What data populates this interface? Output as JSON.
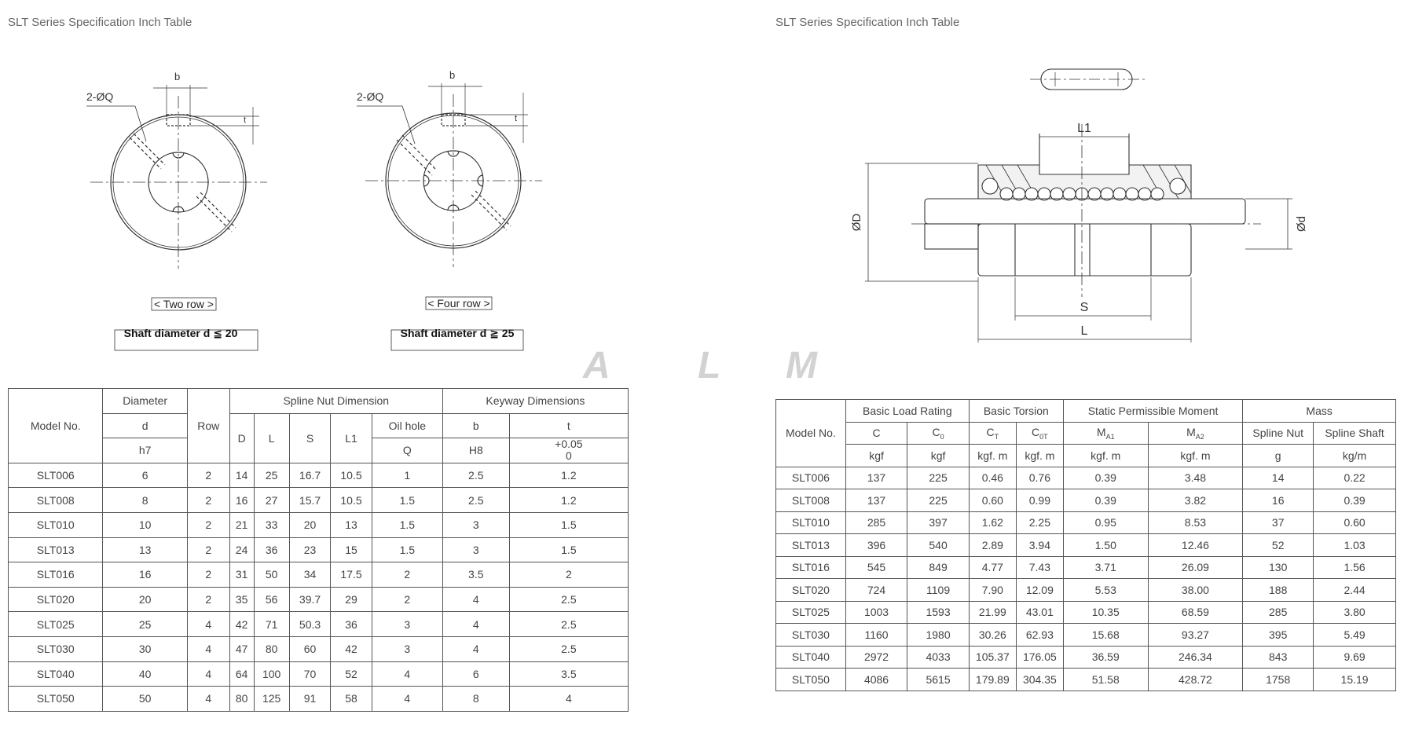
{
  "left_heading": "SLT Series Specification Inch Table",
  "right_heading": "SLT Series Specification Inch Table",
  "watermark": [
    "A",
    "L",
    "M"
  ],
  "diagrams": {
    "two_row": {
      "hole_label": "2-ØQ",
      "b_label": "b",
      "t_label": "t",
      "caption": "< Two row >",
      "shaft": "Shaft diameter d ≦ 20"
    },
    "four_row": {
      "hole_label": "2-ØQ",
      "b_label": "b",
      "t_label": "t",
      "caption": "< Four row >",
      "shaft": "Shaft diameter d ≧ 25"
    },
    "side_view": {
      "L1": "L1",
      "S": "S",
      "L": "L",
      "D": "ØD",
      "d": "Ød"
    }
  },
  "left_table": {
    "headers": {
      "model": "Model No.",
      "diameter": "Diameter",
      "d": "d",
      "h7": "h7",
      "row": "Row",
      "spline_nut": "Spline Nut Dimension",
      "keyway": "Keyway Dimensions",
      "D": "D",
      "L": "L",
      "S": "S",
      "L1": "L1",
      "oil_hole": "Oil hole",
      "Q": "Q",
      "b": "b",
      "H8": "H8",
      "t": "t",
      "tol_top": "+0.05",
      "tol_bottom": "0"
    },
    "rows": [
      [
        "SLT006",
        "6",
        "2",
        "14",
        "25",
        "16.7",
        "10.5",
        "1",
        "2.5",
        "1.2"
      ],
      [
        "SLT008",
        "8",
        "2",
        "16",
        "27",
        "15.7",
        "10.5",
        "1.5",
        "2.5",
        "1.2"
      ],
      [
        "SLT010",
        "10",
        "2",
        "21",
        "33",
        "20",
        "13",
        "1.5",
        "3",
        "1.5"
      ],
      [
        "SLT013",
        "13",
        "2",
        "24",
        "36",
        "23",
        "15",
        "1.5",
        "3",
        "1.5"
      ],
      [
        "SLT016",
        "16",
        "2",
        "31",
        "50",
        "34",
        "17.5",
        "2",
        "3.5",
        "2"
      ],
      [
        "SLT020",
        "20",
        "2",
        "35",
        "56",
        "39.7",
        "29",
        "2",
        "4",
        "2.5"
      ],
      [
        "SLT025",
        "25",
        "4",
        "42",
        "71",
        "50.3",
        "36",
        "3",
        "4",
        "2.5"
      ],
      [
        "SLT030",
        "30",
        "4",
        "47",
        "80",
        "60",
        "42",
        "3",
        "4",
        "2.5"
      ],
      [
        "SLT040",
        "40",
        "4",
        "64",
        "100",
        "70",
        "52",
        "4",
        "6",
        "3.5"
      ],
      [
        "SLT050",
        "50",
        "4",
        "80",
        "125",
        "91",
        "58",
        "4",
        "8",
        "4"
      ]
    ]
  },
  "right_table": {
    "headers": {
      "model": "Model No.",
      "load": "Basic Load Rating",
      "torsion": "Basic Torsion",
      "moment": "Static Permissible Moment",
      "mass": "Mass",
      "C": "C",
      "C0_main": "C",
      "C0_sub": "0",
      "CT_main": "C",
      "CT_sub": "T",
      "C0T_main": "C",
      "C0T_sub": "0T",
      "MA1_main": "M",
      "MA1_sub": "A1",
      "MA2_main": "M",
      "MA2_sub": "A2",
      "spline_nut": "Spline Nut",
      "spline_shaft": "Spline Shaft",
      "u_kgf1": "kgf",
      "u_kgf2": "kgf",
      "u_kgfm1": "kgf. m",
      "u_kgfm2": "kgf. m",
      "u_kgfm3": "kgf. m",
      "u_kgfm4": "kgf. m",
      "u_g": "g",
      "u_kgm": "kg/m"
    },
    "rows": [
      [
        "SLT006",
        "137",
        "225",
        "0.46",
        "0.76",
        "0.39",
        "3.48",
        "14",
        "0.22"
      ],
      [
        "SLT008",
        "137",
        "225",
        "0.60",
        "0.99",
        "0.39",
        "3.82",
        "16",
        "0.39"
      ],
      [
        "SLT010",
        "285",
        "397",
        "1.62",
        "2.25",
        "0.95",
        "8.53",
        "37",
        "0.60"
      ],
      [
        "SLT013",
        "396",
        "540",
        "2.89",
        "3.94",
        "1.50",
        "12.46",
        "52",
        "1.03"
      ],
      [
        "SLT016",
        "545",
        "849",
        "4.77",
        "7.43",
        "3.71",
        "26.09",
        "130",
        "1.56"
      ],
      [
        "SLT020",
        "724",
        "1109",
        "7.90",
        "12.09",
        "5.53",
        "38.00",
        "188",
        "2.44"
      ],
      [
        "SLT025",
        "1003",
        "1593",
        "21.99",
        "43.01",
        "10.35",
        "68.59",
        "285",
        "3.80"
      ],
      [
        "SLT030",
        "1160",
        "1980",
        "30.26",
        "62.93",
        "15.68",
        "93.27",
        "395",
        "5.49"
      ],
      [
        "SLT040",
        "2972",
        "4033",
        "105.37",
        "176.05",
        "36.59",
        "246.34",
        "843",
        "9.69"
      ],
      [
        "SLT050",
        "4086",
        "5615",
        "179.89",
        "304.35",
        "51.58",
        "428.72",
        "1758",
        "15.19"
      ]
    ]
  }
}
